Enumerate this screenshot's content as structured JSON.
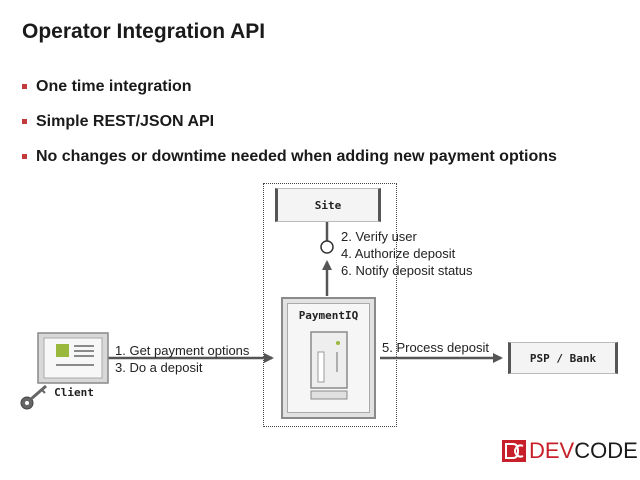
{
  "title": "Operator Integration API",
  "bullets": [
    "One time integration",
    "Simple REST/JSON API",
    "No changes or downtime needed when adding new payment options"
  ],
  "diagram": {
    "site_label": "Site",
    "paymentiq_label": "PaymentIQ",
    "client_label": "Client",
    "psp_label": "PSP / Bank",
    "site_steps": [
      "2. Verify user",
      "4. Authorize deposit",
      "6. Notify deposit status"
    ],
    "client_steps": [
      "1. Get payment options",
      "3. Do a deposit"
    ],
    "psp_step": "5. Process deposit"
  },
  "logo": {
    "prefix": "DEV",
    "suffix": "CODE",
    "icon": "dc-logo-icon"
  },
  "colors": {
    "bullet": "#c23a3a",
    "logo_accent": "#c8202a"
  }
}
